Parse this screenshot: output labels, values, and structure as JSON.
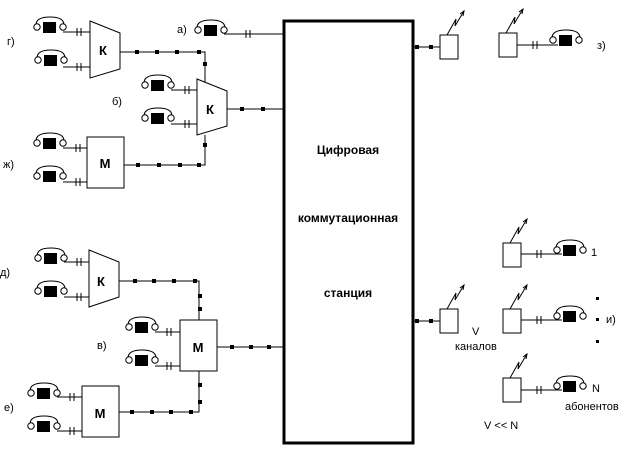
{
  "station": {
    "line1": "Цифровая",
    "line2": "коммутационная",
    "line3": "станция"
  },
  "labels": {
    "a": "а)",
    "b": "б)",
    "v": "в)",
    "g": "г)",
    "d": "д)",
    "e": "е)",
    "zh": "ж)",
    "z": "з)",
    "i": "и)"
  },
  "devices": {
    "concentrator": "К",
    "multiplexer": "М"
  },
  "radio": {
    "channels_v": "V",
    "channels_word": "каналов",
    "subscriber_1": "1",
    "subscriber_n": "N",
    "subscribers_word": "абонентов",
    "relation": "V << N"
  }
}
